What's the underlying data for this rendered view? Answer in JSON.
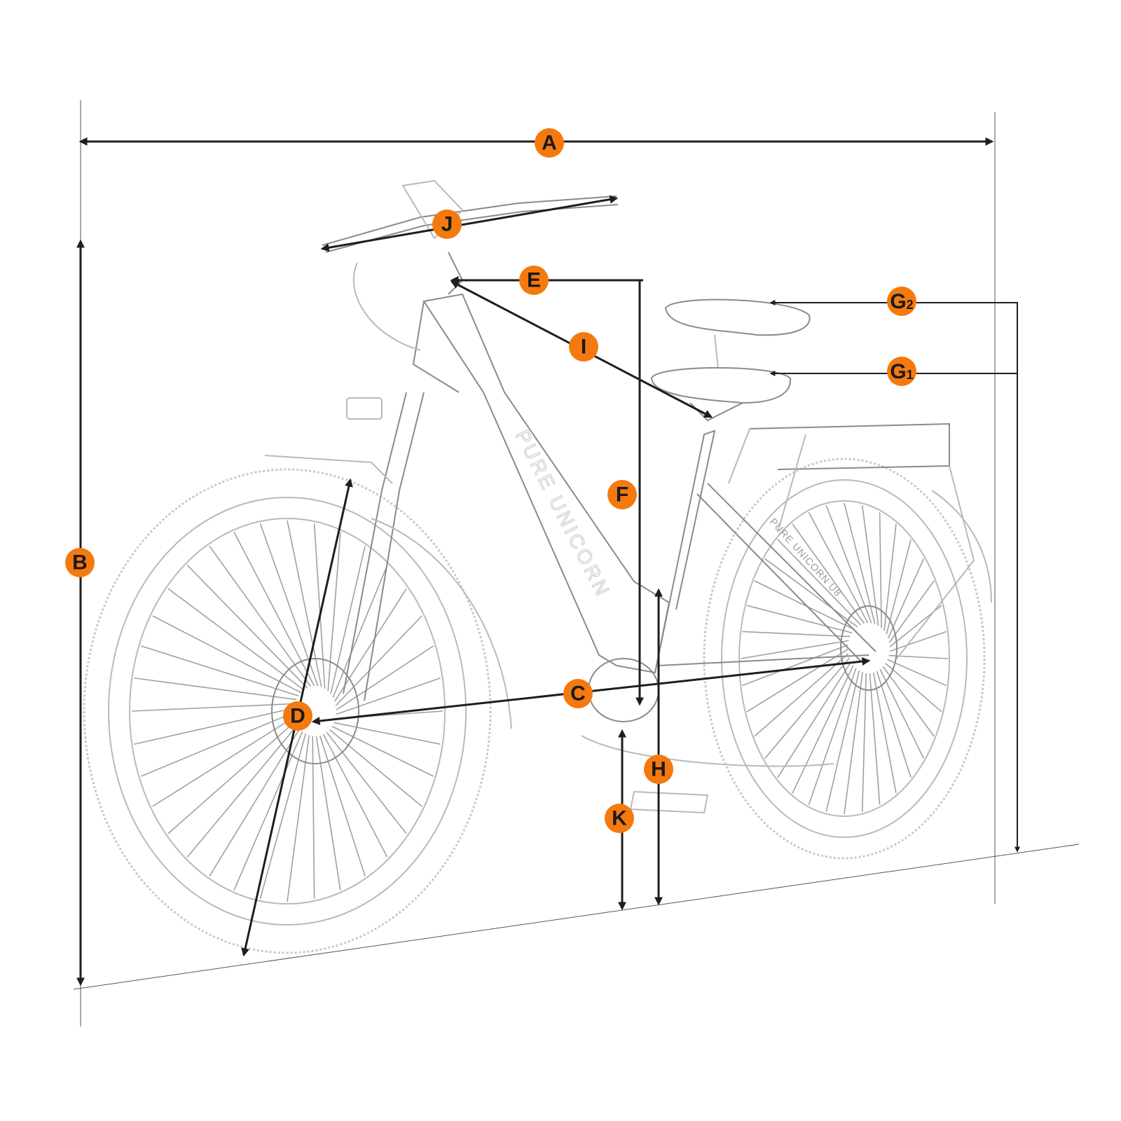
{
  "diagram": {
    "title_labels": {
      "A": "A",
      "B": "B",
      "C": "C",
      "D": "D",
      "E": "E",
      "F": "F",
      "G1": "G",
      "G1_sub": "1",
      "G2": "G",
      "G2_sub": "2",
      "H": "H",
      "I": "I",
      "J": "J",
      "K": "K"
    },
    "frame_brand": "PURE UNICORN",
    "chainstay_brand": "PURE UNICORN U8",
    "colors": {
      "badge": "#f47a0f",
      "dimension_line": "#1e1e1e",
      "sketch": "#b9b9b9"
    }
  }
}
